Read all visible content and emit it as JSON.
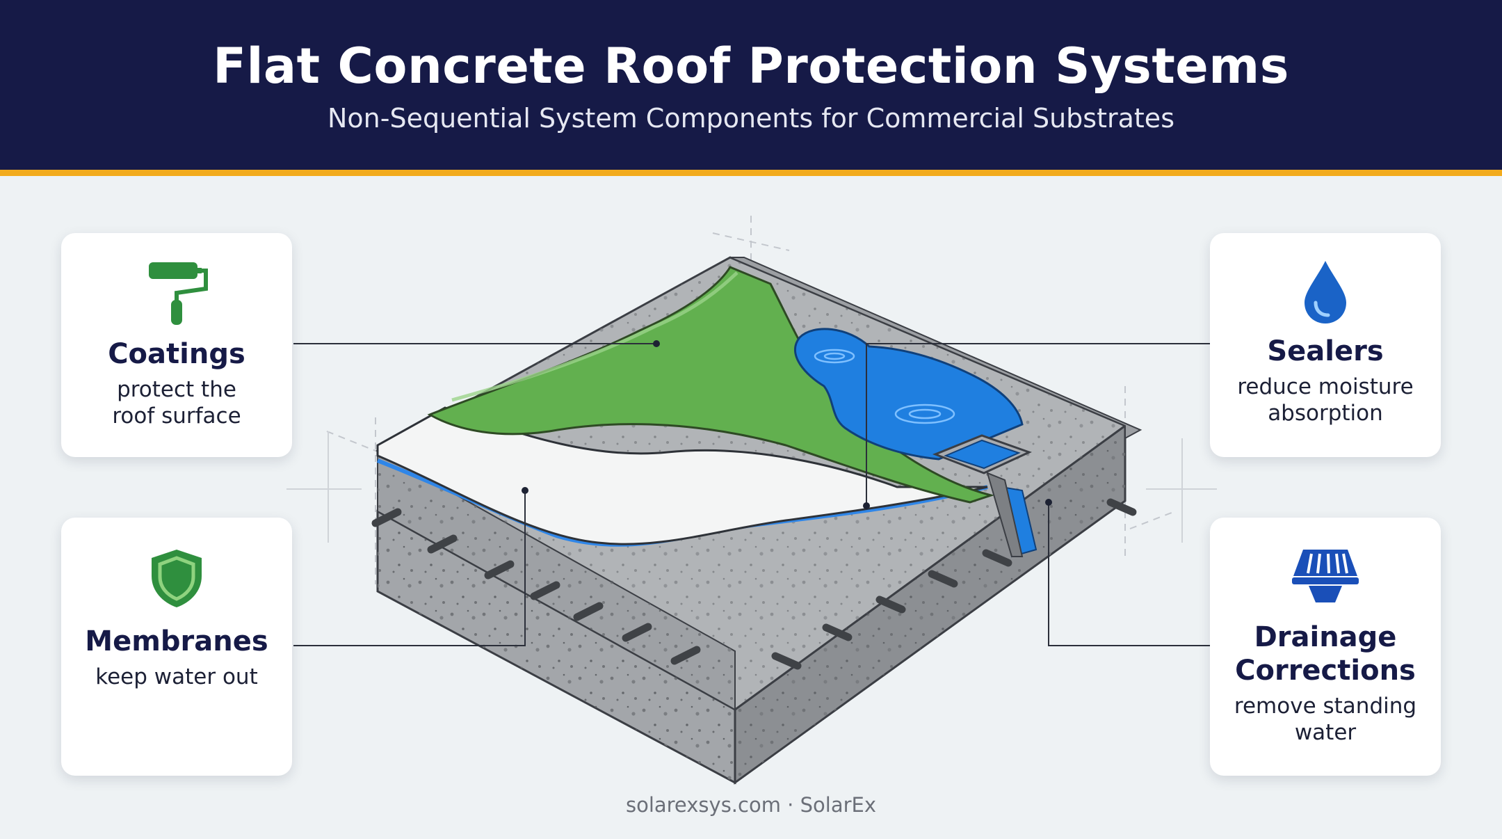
{
  "header": {
    "title": "Flat Concrete Roof Protection Systems",
    "subtitle": "Non-Sequential System Components for Commercial Substrates"
  },
  "cards": {
    "coatings": {
      "icon": "paint-roller-icon",
      "label": "Coatings",
      "desc_line1": "protect the",
      "desc_line2": "roof surface"
    },
    "membranes": {
      "icon": "shield-icon",
      "label": "Membranes",
      "desc_line1": "keep water out"
    },
    "sealers": {
      "icon": "water-drop-icon",
      "label": "Sealers",
      "desc_line1": "reduce moisture",
      "desc_line2": "absorption"
    },
    "drainage": {
      "icon": "drain-grate-icon",
      "label_line1": "Drainage",
      "label_line2": "Corrections",
      "desc_line1": "remove standing",
      "desc_line2": "water"
    }
  },
  "footer": {
    "text": "solarexsys.com · SolarEx"
  },
  "colors": {
    "header_bg": "#161a47",
    "accent_stripe": "#f2ab1d",
    "coating_green": "#5fae4e",
    "sealer_blue": "#1f7fe0",
    "concrete_gray": "#9c9fa3",
    "membrane_white": "#f6f7f7"
  }
}
